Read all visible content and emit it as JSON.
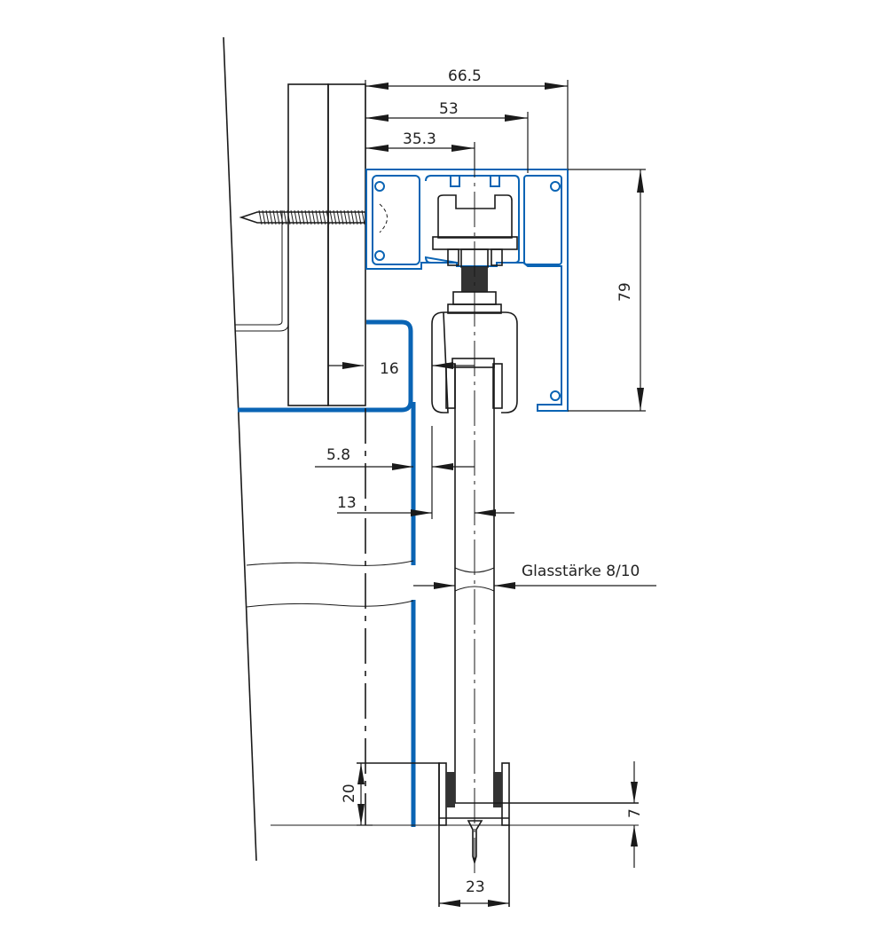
{
  "dimensions": {
    "width_total": "66.5",
    "width_53": "53",
    "width_center": "35.3",
    "height_profile": "79",
    "gap_16": "16",
    "offset_5_8": "5.8",
    "offset_13": "13",
    "glass_thickness": "Glasstärke 8/10",
    "bottom_height": "20",
    "bottom_offset": "7",
    "bottom_width": "23"
  },
  "colors": {
    "profile": "#0a64b4",
    "line": "#1a1a1a"
  }
}
